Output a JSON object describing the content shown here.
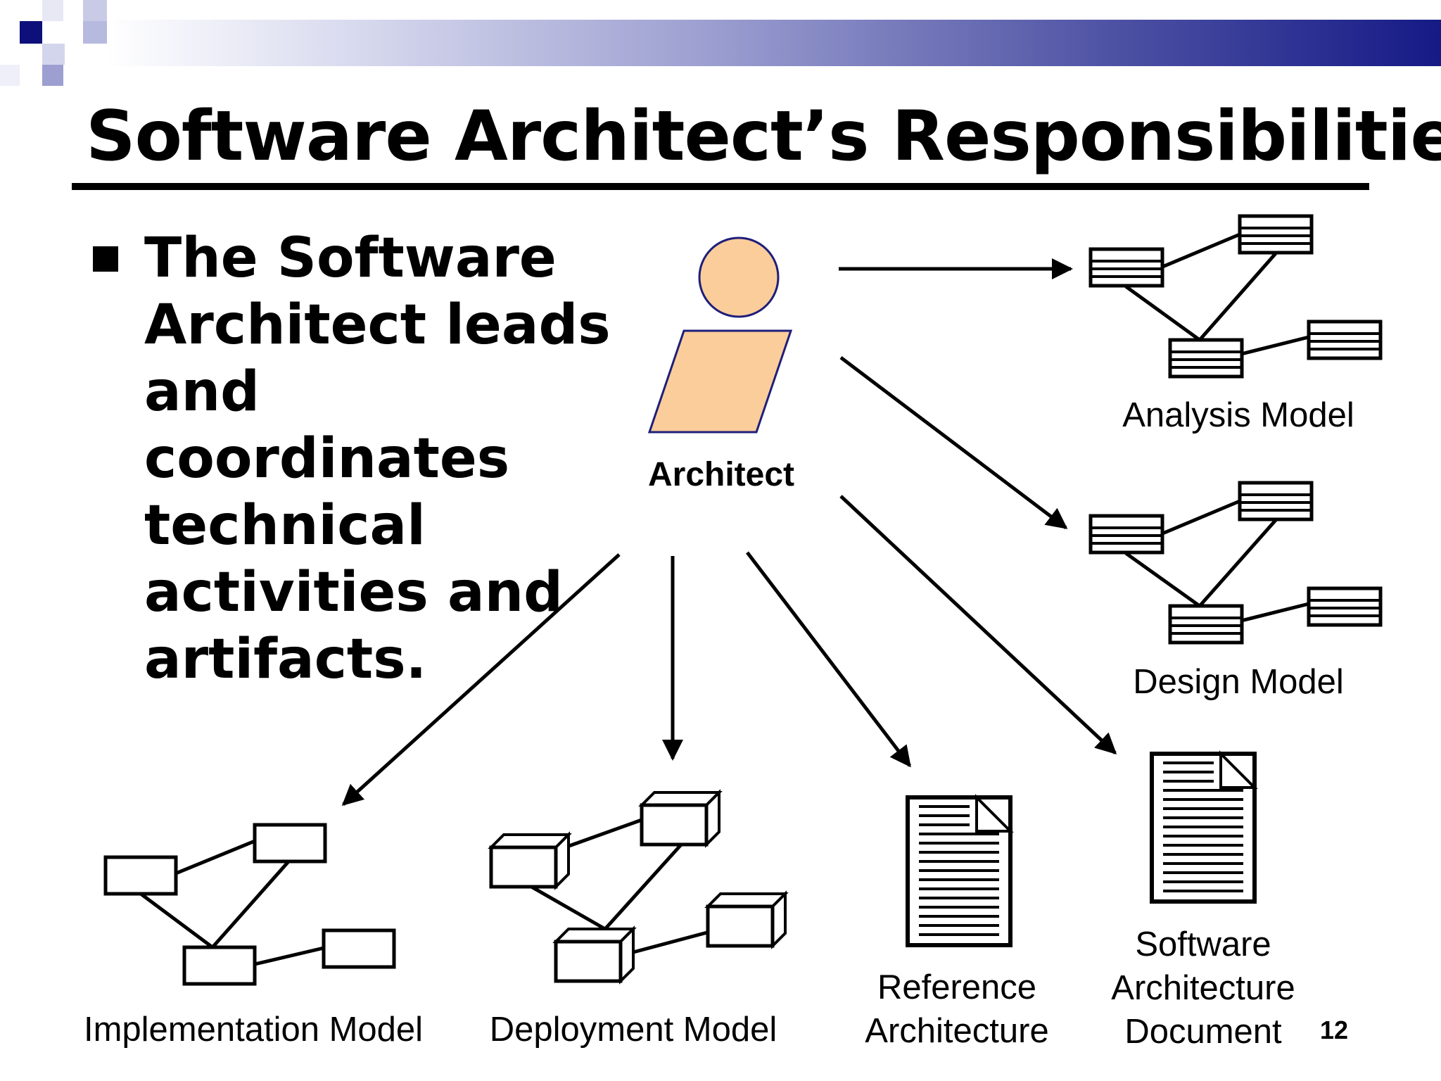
{
  "slide": {
    "title": "Software Architect’s Responsibilities",
    "bullet": "The Software Architect leads and coordinates technical activities and artifacts.",
    "page_number": "12"
  },
  "diagram": {
    "actor_label": "Architect",
    "artifacts": {
      "analysis_model": "Analysis Model",
      "design_model": "Design Model",
      "implementation_model": "Implementation Model",
      "deployment_model": "Deployment Model",
      "reference_architecture": [
        "Reference",
        "Architecture"
      ],
      "software_architecture_document": [
        "Software",
        "Architecture",
        "Document"
      ]
    }
  },
  "colors": {
    "header_gradient_end": "#151a86",
    "actor_fill": "#fbcd9a",
    "actor_stroke": "#1e1e7a"
  }
}
